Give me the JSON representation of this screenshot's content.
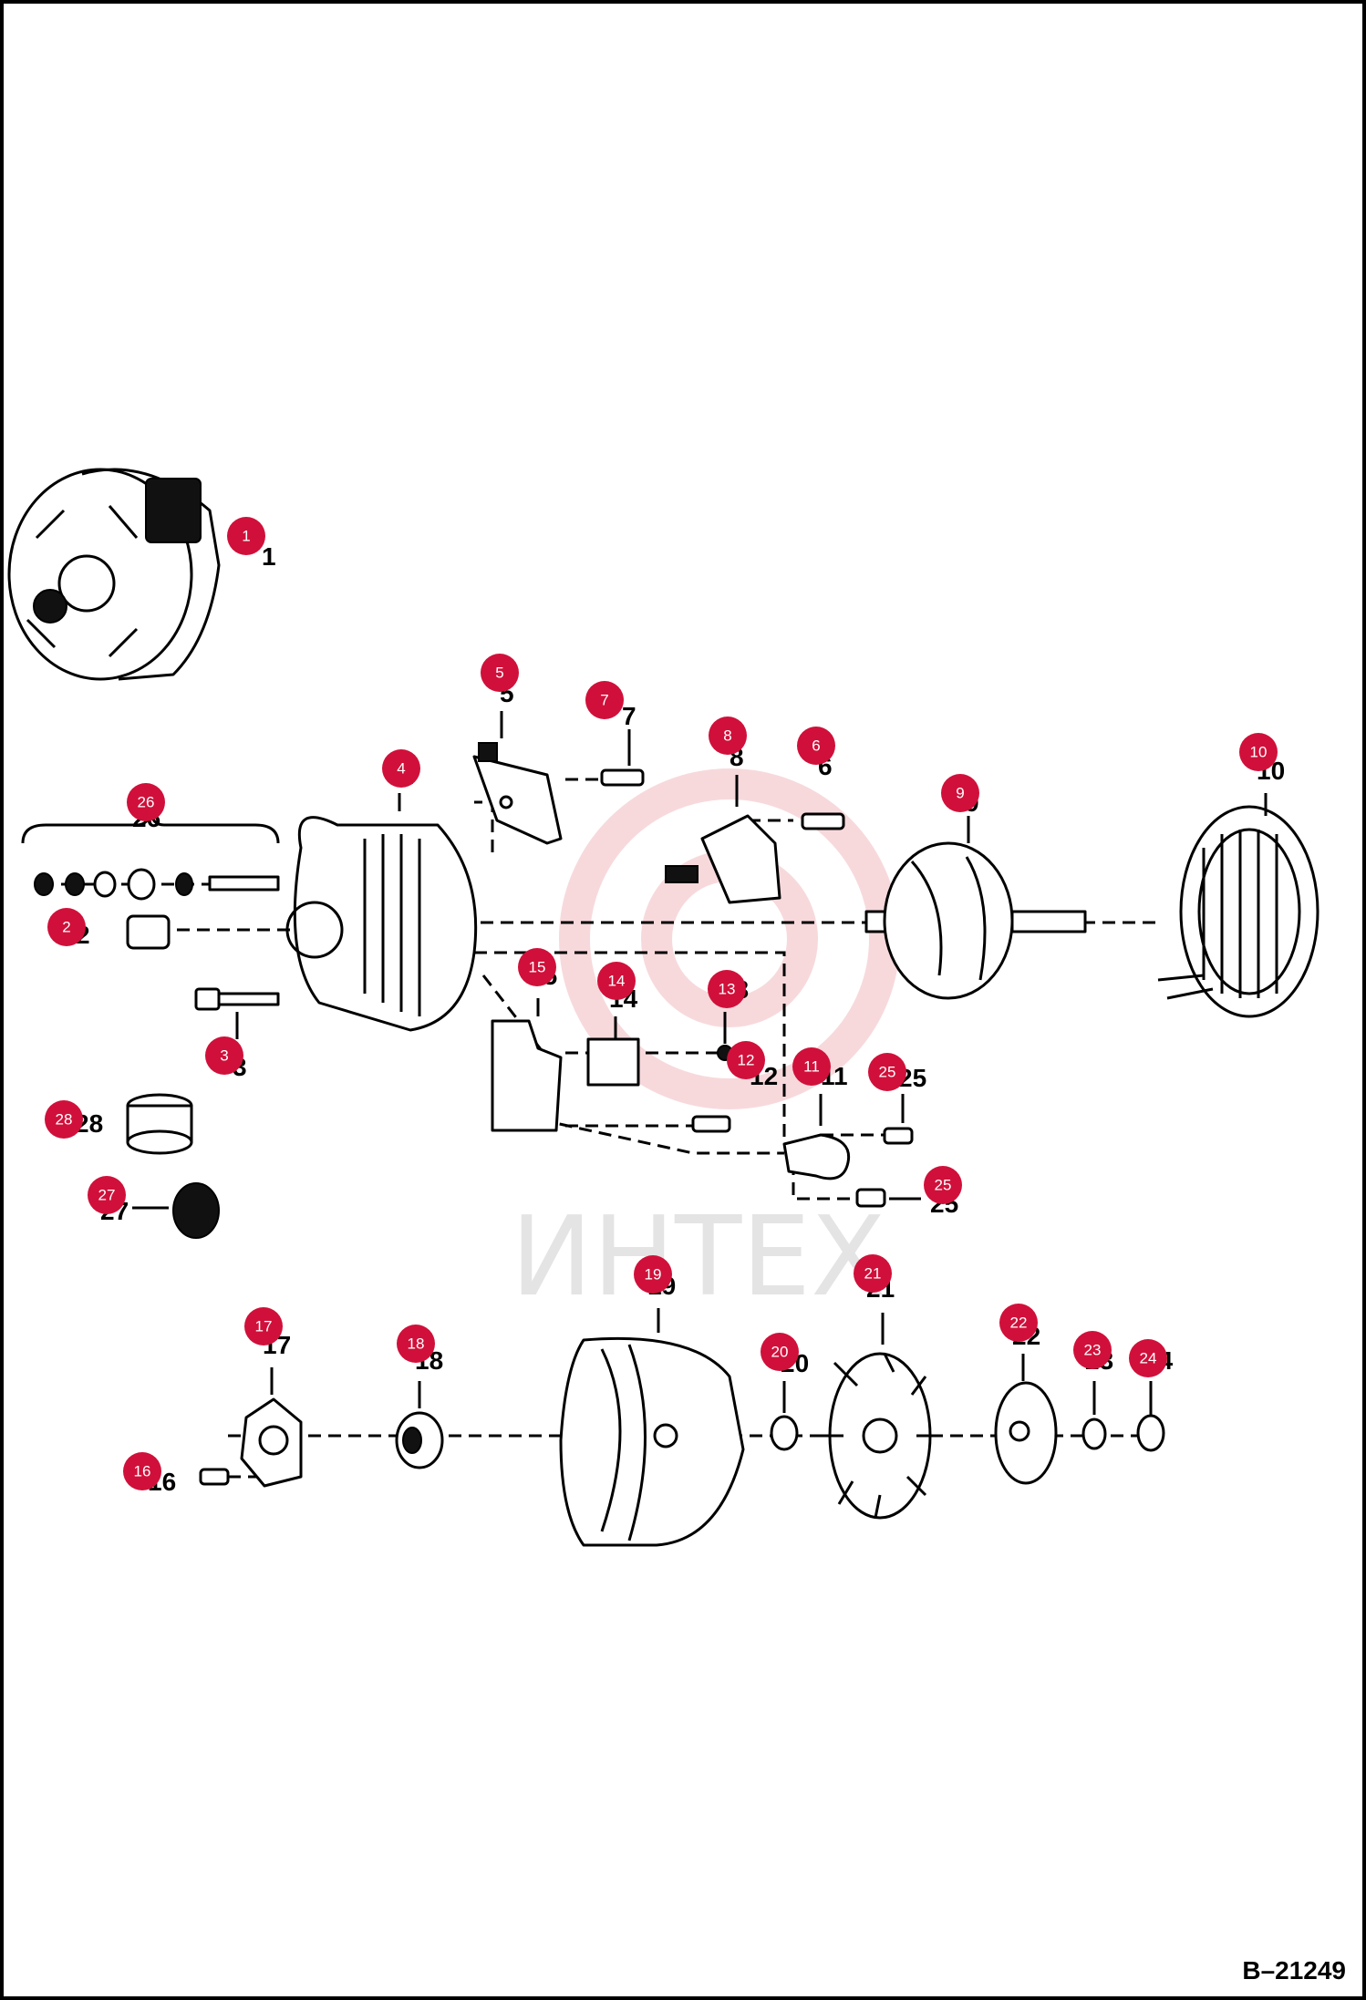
{
  "diagram": {
    "reference_code": "B–21249",
    "watermark": "ИНТЕХ",
    "marker_color": "#d0103a",
    "callouts": [
      "1",
      "2",
      "3",
      "4",
      "5",
      "6",
      "7",
      "8",
      "9",
      "10",
      "11",
      "12",
      "13",
      "14",
      "15",
      "16",
      "17",
      "18",
      "19",
      "20",
      "21",
      "22",
      "23",
      "24",
      "25",
      "25",
      "26",
      "27",
      "28"
    ]
  }
}
